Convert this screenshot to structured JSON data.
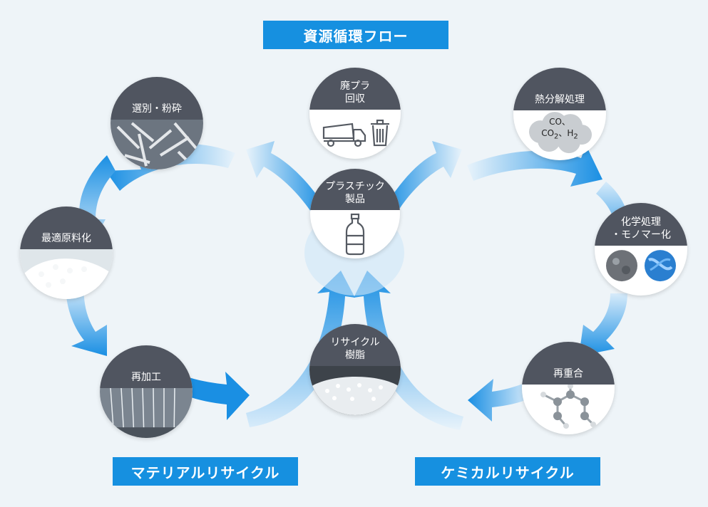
{
  "title": "資源循環フロー",
  "labels": {
    "material": "マテリアルリサイクル",
    "chemical": "ケミカルリサイクル"
  },
  "nodes": {
    "sorting": "選別・粉砕",
    "optimal": "最適原料化",
    "reprocess": "再加工",
    "collection": "廃プラ\n回収",
    "product": "プラスチック\n製品",
    "resin": "リサイクル\n樹脂",
    "pyrolysis": "熱分解処理",
    "chemical": "化学処理\n・モノマー化",
    "repolymer": "再重合"
  },
  "gas": {
    "line1": "CO、",
    "co2": "CO",
    "co2_sub": "2",
    "sep": "、H",
    "h2_sub": "2"
  },
  "colors": {
    "banner": "#1690e0",
    "arrow": "#1a8fe3",
    "caption": "#505560",
    "background": "#eef4f8"
  },
  "icons": {
    "collection": [
      "dump-truck-icon",
      "trash-can-icon"
    ],
    "product": "plastic-bottle-icon"
  }
}
